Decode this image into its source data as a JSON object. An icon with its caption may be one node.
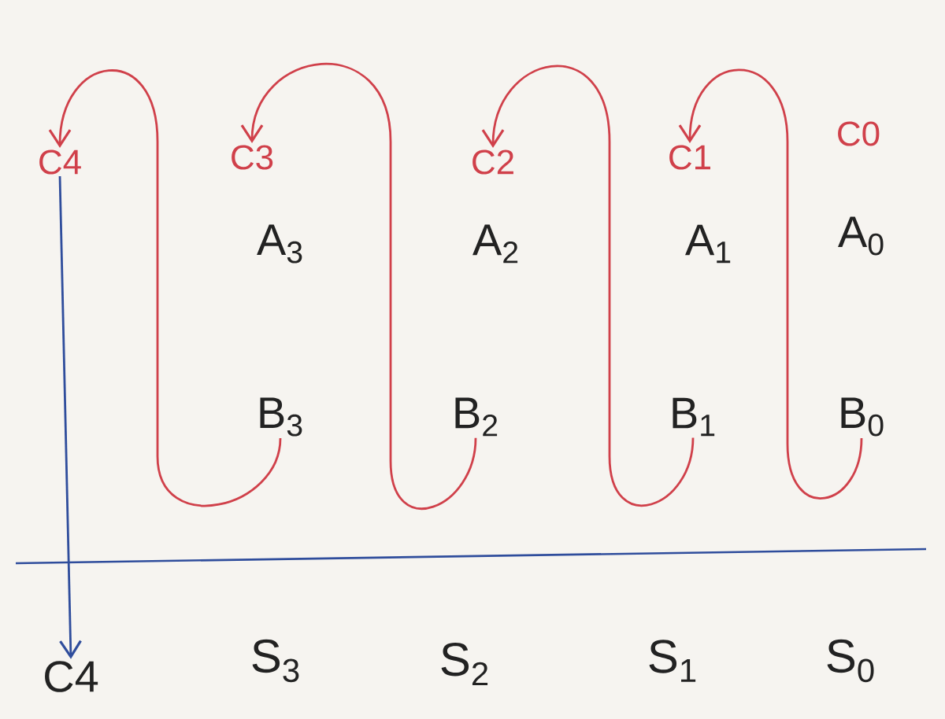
{
  "diagram": {
    "nodes": [
      {
        "text": [
          "C4"
        ]
      },
      {
        "text": [
          "C3"
        ]
      },
      {
        "text": [
          "C2"
        ]
      },
      {
        "text": [
          "C1"
        ]
      },
      {
        "text": [
          "C0"
        ]
      },
      {
        "text": [
          "A$_{3}$"
        ]
      },
      {
        "text": [
          "A$_{2}$"
        ]
      },
      {
        "text": [
          "A$_{1}$"
        ]
      },
      {
        "text": [
          "A$_{0}$"
        ]
      },
      {
        "text": [
          "B$_{3}$"
        ]
      },
      {
        "text": [
          "B$_{2}$"
        ]
      },
      {
        "text": [
          "B$_{1}$"
        ]
      },
      {
        "text": [
          "B$_{0}$"
        ]
      },
      {
        "text": [
          "C4"
        ]
      },
      {
        "text": [
          "S$_{3}$"
        ]
      },
      {
        "text": [
          "S$_{2}$"
        ]
      },
      {
        "text": [
          "S$_{1}$"
        ]
      },
      {
        "text": [
          "S$_{0}$"
        ]
      }
    ],
    "edges": [
      {
        "from": 12,
        "to": 3,
        "arrow": "to"
      },
      {
        "from": 11,
        "to": 2,
        "arrow": "to"
      },
      {
        "from": 10,
        "to": 1,
        "arrow": "to"
      },
      {
        "from": 9,
        "to": 0,
        "arrow": "to"
      },
      {
        "from": 0,
        "to": 13,
        "arrow": "to",
        "color": "#2f4d9c"
      }
    ]
  }
}
